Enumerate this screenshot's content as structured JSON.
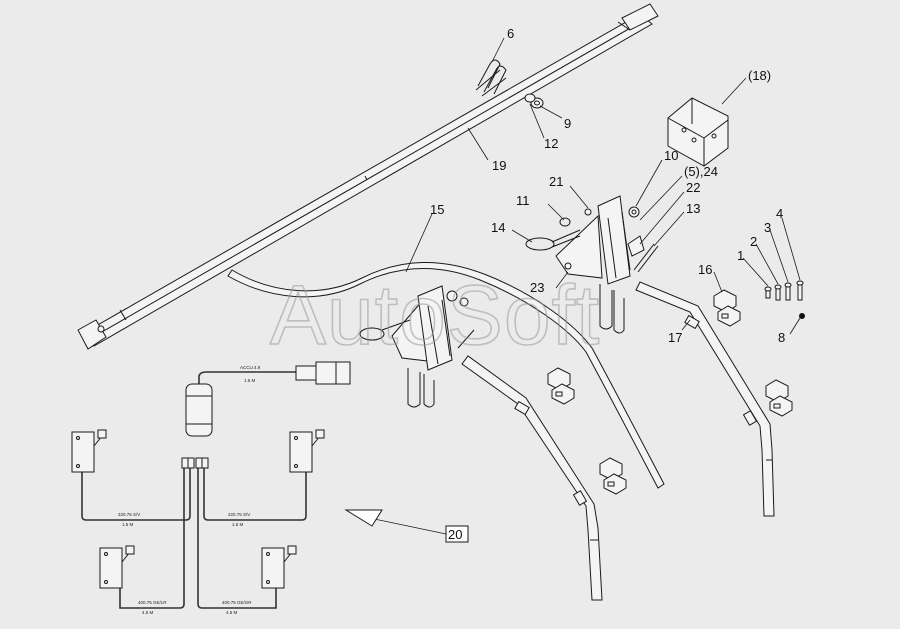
{
  "watermark": "AutoSoft",
  "callouts": {
    "c1": "1",
    "c2": "2",
    "c3": "3",
    "c4": "4",
    "c5_24": "(5),24",
    "c6": "6",
    "c8": "8",
    "c9": "9",
    "c10": "10",
    "c11": "11",
    "c12": "12",
    "c13": "13",
    "c14": "14",
    "c15": "15",
    "c16": "16",
    "c17": "17",
    "c18": "(18)",
    "c19": "19",
    "c20": "20",
    "c21": "21",
    "c22": "22",
    "c23": "23"
  },
  "wiring": {
    "connector_label": "ACCU.4.9",
    "connector_len": "1.5 M",
    "left_upper_spec": "220.75 S/V",
    "left_upper_len": "1.5 M",
    "right_upper_spec": "220.75 S/V",
    "right_upper_len": "1.5 M",
    "left_lower_spec": "400.75 GE/LR",
    "left_lower_len": "4.5 M",
    "right_lower_spec": "400.75 GE/GR",
    "right_lower_len": "4.5 M"
  }
}
